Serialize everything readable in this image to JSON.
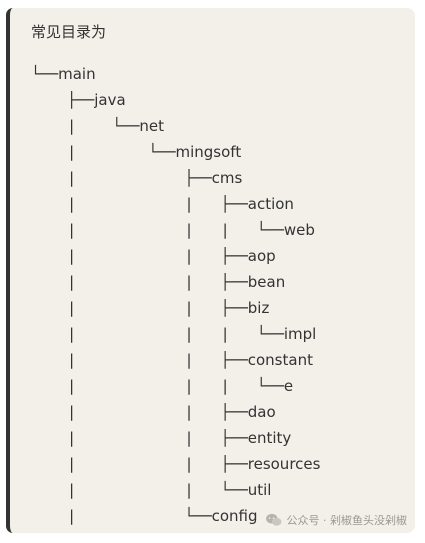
{
  "title": "常见目录为",
  "tree": [
    {
      "prefix": "└──",
      "label": "main"
    },
    {
      "prefix": "    ├──",
      "label": "java"
    },
    {
      "prefix": "    |    └──",
      "label": "net"
    },
    {
      "prefix": "    |        └──",
      "label": "mingsoft"
    },
    {
      "prefix": "    |            ├──",
      "label": "cms"
    },
    {
      "prefix": "    |            |   ├──",
      "label": "action"
    },
    {
      "prefix": "    |            |   |   └──",
      "label": "web"
    },
    {
      "prefix": "    |            |   ├──",
      "label": "aop"
    },
    {
      "prefix": "    |            |   ├──",
      "label": "bean"
    },
    {
      "prefix": "    |            |   ├──",
      "label": "biz"
    },
    {
      "prefix": "    |            |   |   └──",
      "label": "impl"
    },
    {
      "prefix": "    |            |   ├──",
      "label": "constant"
    },
    {
      "prefix": "    |            |   |   └──",
      "label": "e"
    },
    {
      "prefix": "    |            |   ├──",
      "label": "dao"
    },
    {
      "prefix": "    |            |   ├──",
      "label": "entity"
    },
    {
      "prefix": "    |            |   ├──",
      "label": "resources"
    },
    {
      "prefix": "    |            |   └──",
      "label": "util"
    },
    {
      "prefix": "    |            └──",
      "label": "config"
    }
  ],
  "watermark": {
    "icon": "wechat-icon",
    "text": "公众号 · 剁椒鱼头没剁椒"
  }
}
